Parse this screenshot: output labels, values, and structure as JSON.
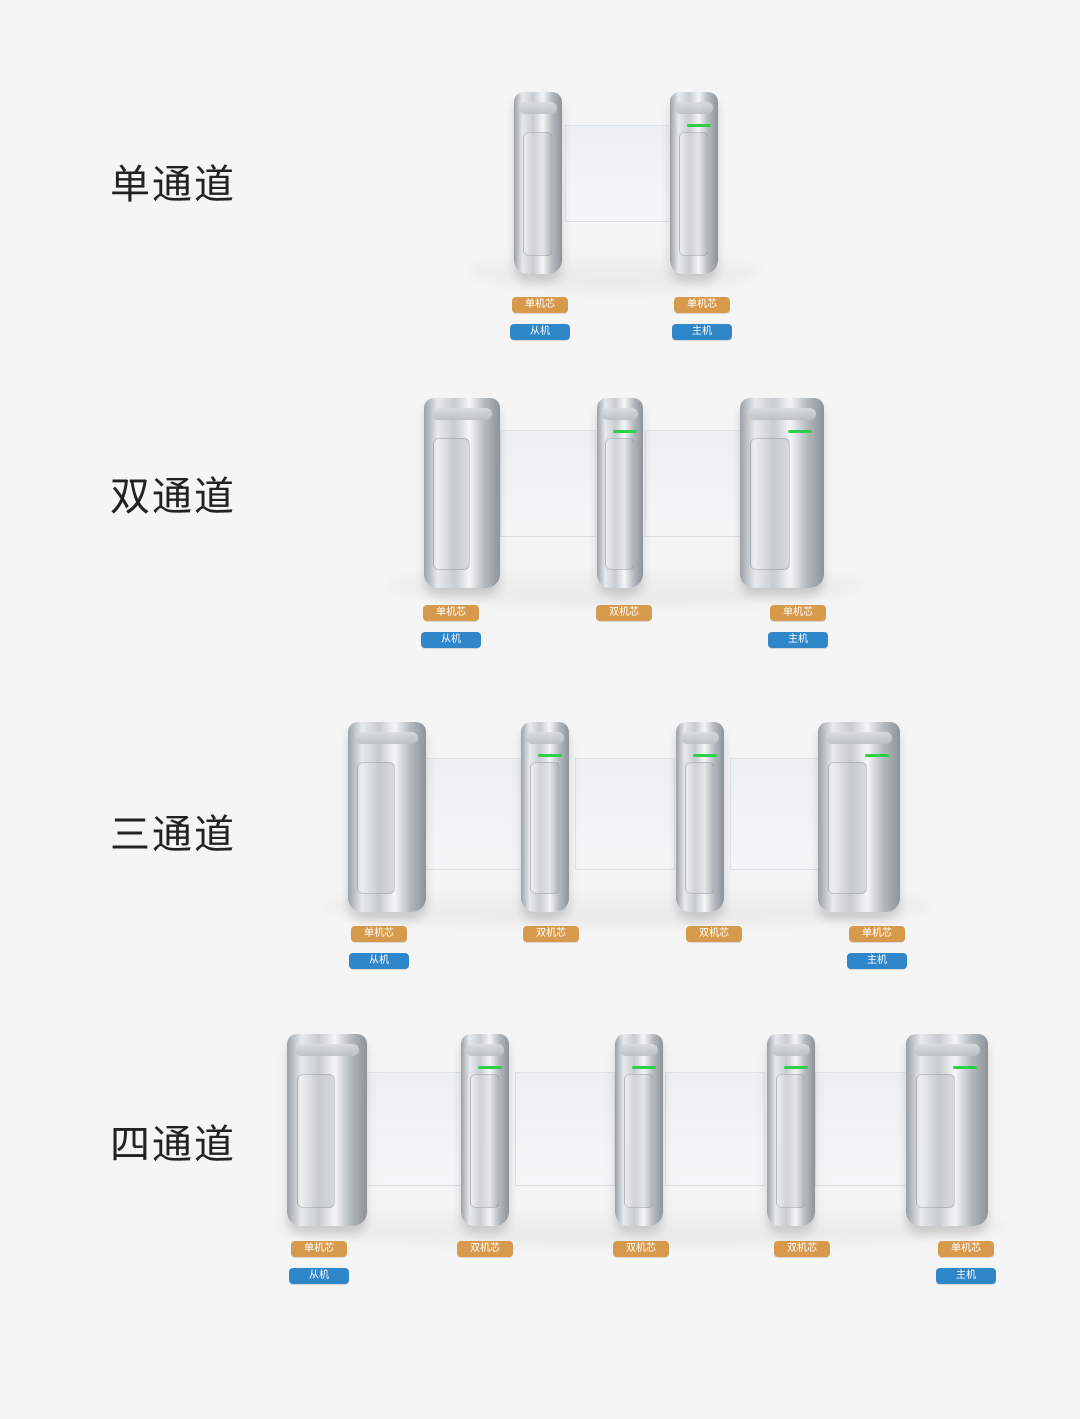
{
  "rows": [
    {
      "title": "单通道",
      "gates": [
        {
          "chip": "单机芯",
          "role": "从机"
        },
        {
          "chip": "单机芯",
          "role": "主机"
        }
      ]
    },
    {
      "title": "双通道",
      "gates": [
        {
          "chip": "单机芯",
          "role": "从机"
        },
        {
          "chip": "双机芯"
        },
        {
          "chip": "单机芯",
          "role": "主机"
        }
      ]
    },
    {
      "title": "三通道",
      "gates": [
        {
          "chip": "单机芯",
          "role": "从机"
        },
        {
          "chip": "双机芯"
        },
        {
          "chip": "双机芯"
        },
        {
          "chip": "单机芯",
          "role": "主机"
        }
      ]
    },
    {
      "title": "四通道",
      "gates": [
        {
          "chip": "单机芯",
          "role": "从机"
        },
        {
          "chip": "双机芯"
        },
        {
          "chip": "双机芯"
        },
        {
          "chip": "双机芯"
        },
        {
          "chip": "单机芯",
          "role": "主机"
        }
      ]
    }
  ],
  "colors": {
    "chipTag": "#d79a4c",
    "roleTag": "#2f86c9",
    "led": "#2ed04b"
  }
}
